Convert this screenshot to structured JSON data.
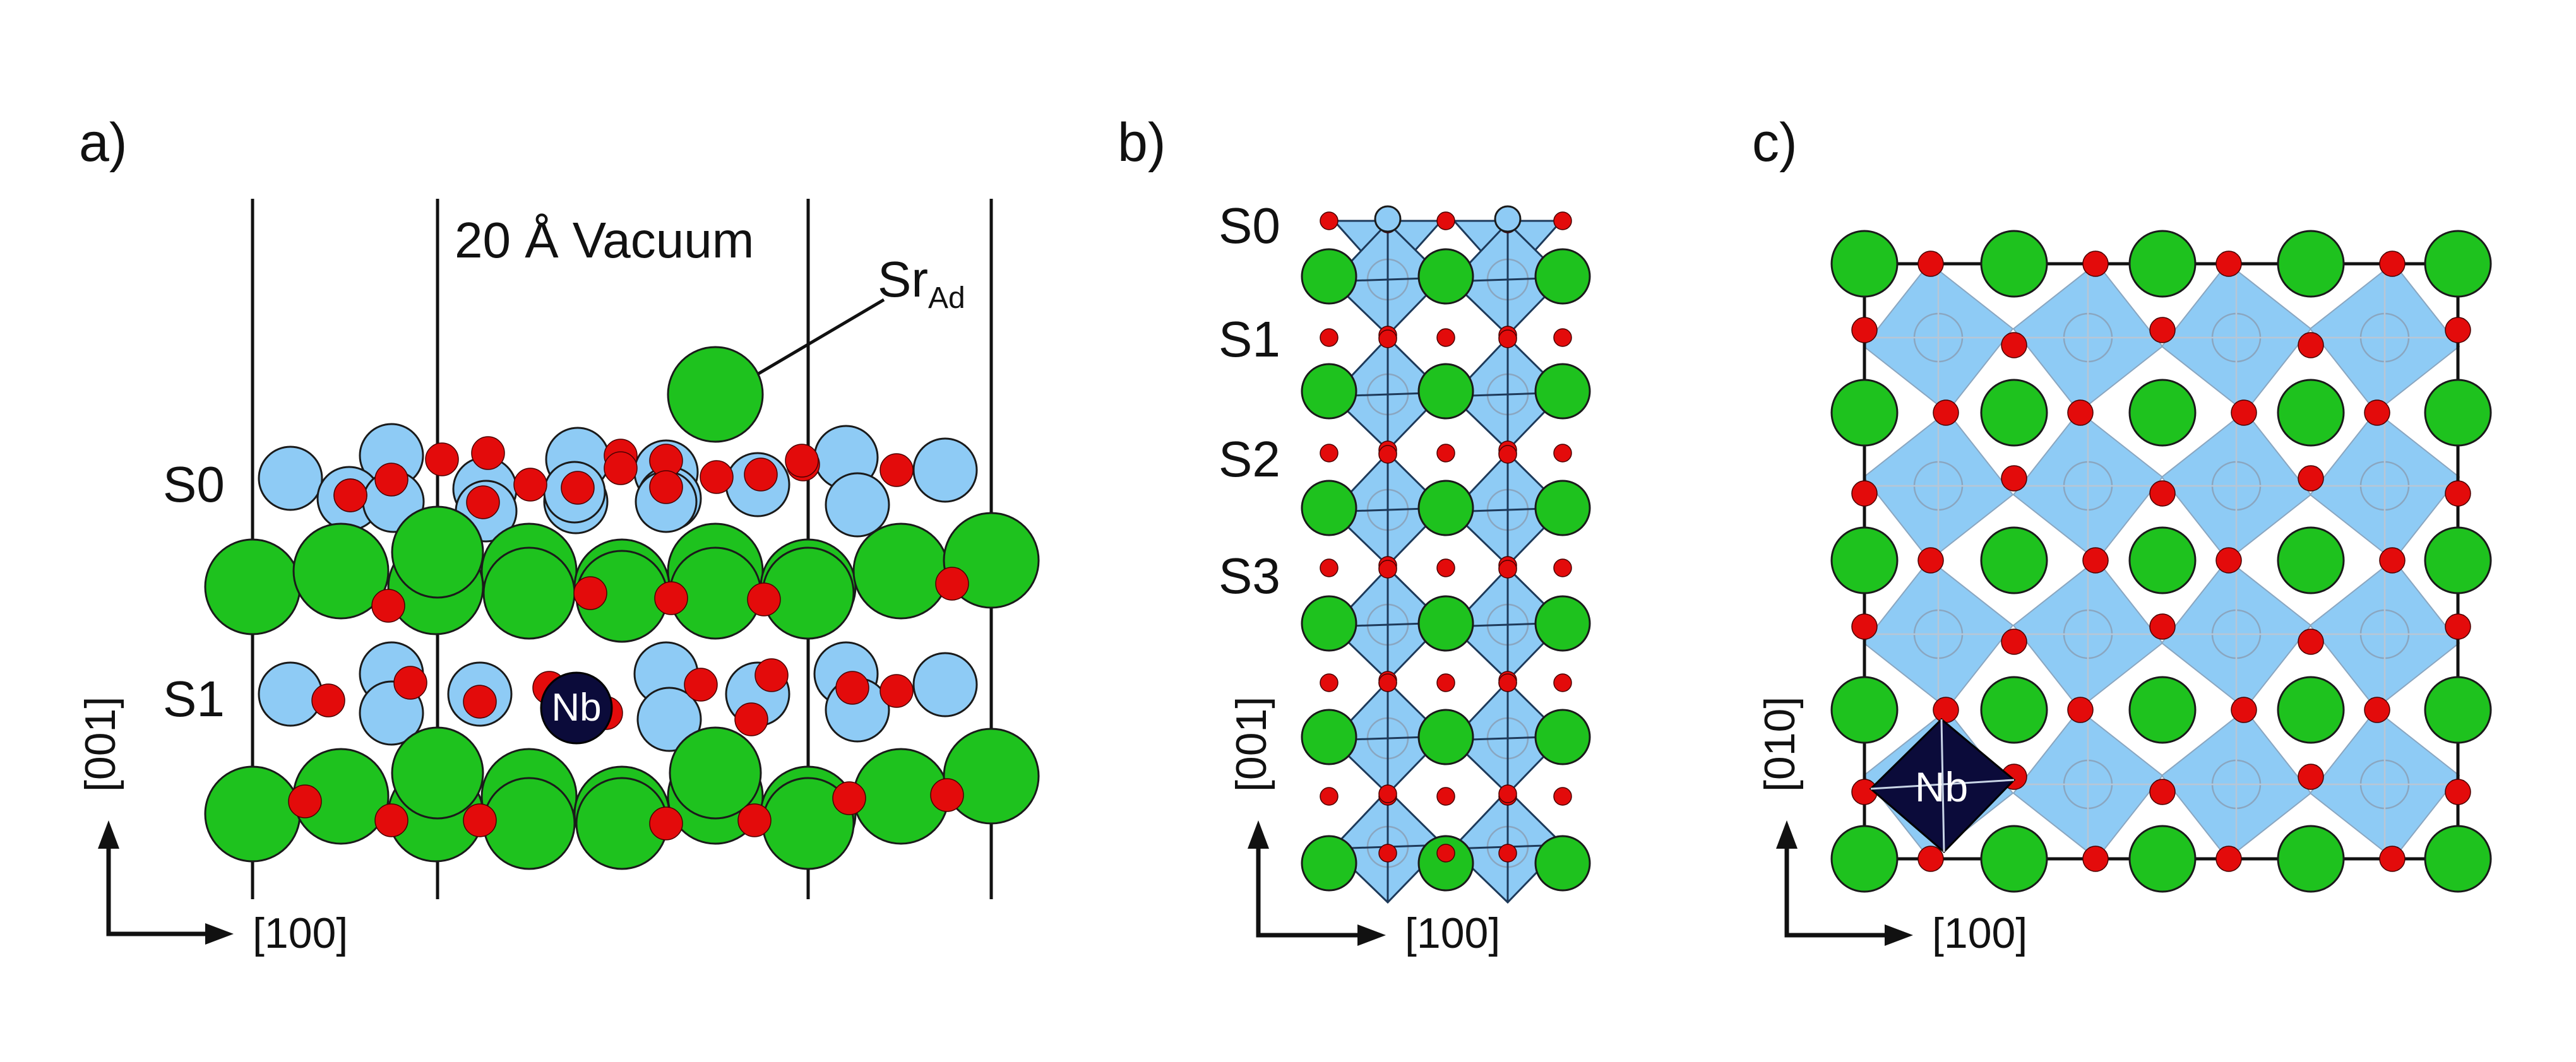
{
  "colors": {
    "sr": "#1ec21e",
    "ti": "#8ecbf5",
    "o": "#e30b0b",
    "nb": "#0b0b3a",
    "octahedron": "#8ecbf5"
  },
  "panels": {
    "a": {
      "label": "a)",
      "vacuum_label": "20 Å Vacuum",
      "sr_ad_label": "Sr",
      "sr_ad_sub": "Ad",
      "layer_s0": "S0",
      "layer_s1": "S1",
      "nb_label": "Nb",
      "axis_vertical": "[001]",
      "axis_horizontal": "[100]"
    },
    "b": {
      "label": "b)",
      "layers": [
        "S0",
        "S1",
        "S2",
        "S3"
      ],
      "axis_vertical": "[001]",
      "axis_horizontal": "[100]"
    },
    "c": {
      "label": "c)",
      "nb_label": "Nb",
      "axis_vertical": "[010]",
      "axis_horizontal": "[100]"
    }
  }
}
